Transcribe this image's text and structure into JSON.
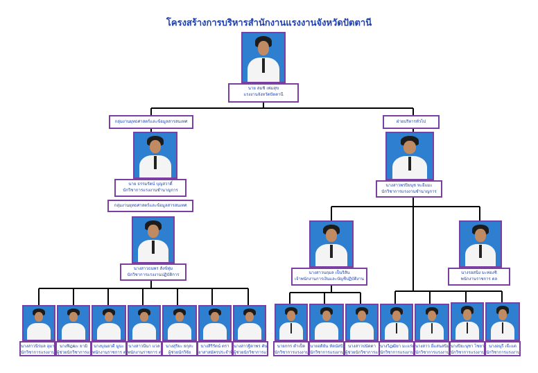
{
  "title": "โครงสร้างการบริหารสำนักงานแรงงานจังหวัดปัตตานี",
  "head": {
    "name": "นาย สมชิ เพ่มสุข",
    "position": "แรงงานจังหวัดปัตตานี"
  },
  "left_group": {
    "label": "กลุ่มงานยุทธศาสตร์และข้อมูลสารสนเทศ",
    "leader": {
      "name": "นาย ธรรมรัตน์ บุญสวาดิ์",
      "position": "นักวิชาการแรงงานชำนาญการ"
    },
    "sub_label": "กลุ่มงานยุทธศาสตร์และข้อมูลสารสนเทศ",
    "sub_leader": {
      "name": "นางสาวธนพร สังข์ทุ่ม",
      "position": "นักวิชาการแรงงานปฏิบัติการ"
    }
  },
  "right_group": {
    "label": "ฝ่ายบริหารทั่วไป",
    "leader": {
      "name": "นางสาวพรปิยนุช หะยีแมะ",
      "position": "นักวิชาการแรงงานชำนาญการ"
    },
    "sub_a": {
      "name": "นางสาวนฤมล เป็นริสัน",
      "position": "เจ้าพนักงานการเงินและบัญชีปฏิบัติงาน"
    },
    "sub_b": {
      "name": "นางรอสนิง มะทองชิ",
      "position": "พนักงานราชการ ตล"
    }
  },
  "staff_left": [
    {
      "name": "นางสาวนิรมล อุมาเมาะ",
      "position": "นักวิชาการแรงงาน"
    },
    {
      "name": "นางฟิฎฒะ ยามิ",
      "position": "ผู้ช่วยนักวิชาการแรงงาน"
    },
    {
      "name": "นางบุณยวดี มูนะ",
      "position": "พนักงานราชการ ตล"
    },
    {
      "name": "นางสาวนีนา แวล",
      "position": "พนักงานราชการ ตล"
    },
    {
      "name": "นางสุริยะ ยกุสะ",
      "position": "ผู้ช่วยนักวิจัย"
    },
    {
      "name": "นางสิริรัตน์ ตรา",
      "position": "อาสาสมัครประจำพื้นที่"
    },
    {
      "name": "นางสาวฐิตาพร ตันชั่ย",
      "position": "ผู้ช่วยนักวิชาการแรงงาน"
    }
  ],
  "staff_right": [
    {
      "name": "นายกกร ดำเป็ด",
      "position": "นักวิชาการแรงงาน ตล"
    },
    {
      "name": "นายอดิยัน หัดนัสบิ",
      "position": "นักวิชาการแรงงาน"
    },
    {
      "name": "นางสาวปนัดดา",
      "position": "ผู้ช่วยนักวิชาการแรงงาน"
    },
    {
      "name": "นางวิฎฒิยา มะแร่ตู",
      "position": "นักวิชาการแรงงาน"
    },
    {
      "name": "นางสาว ยี่แสนสนิม",
      "position": "นักวิชาการแรงงาน"
    },
    {
      "name": "นางปิยะนุชา ไชยา",
      "position": "นักวิชาการแรงงาน"
    },
    {
      "name": "นางอนุรี เจ๊ะแต",
      "position": "นักวิชาการแรงงาน"
    }
  ]
}
